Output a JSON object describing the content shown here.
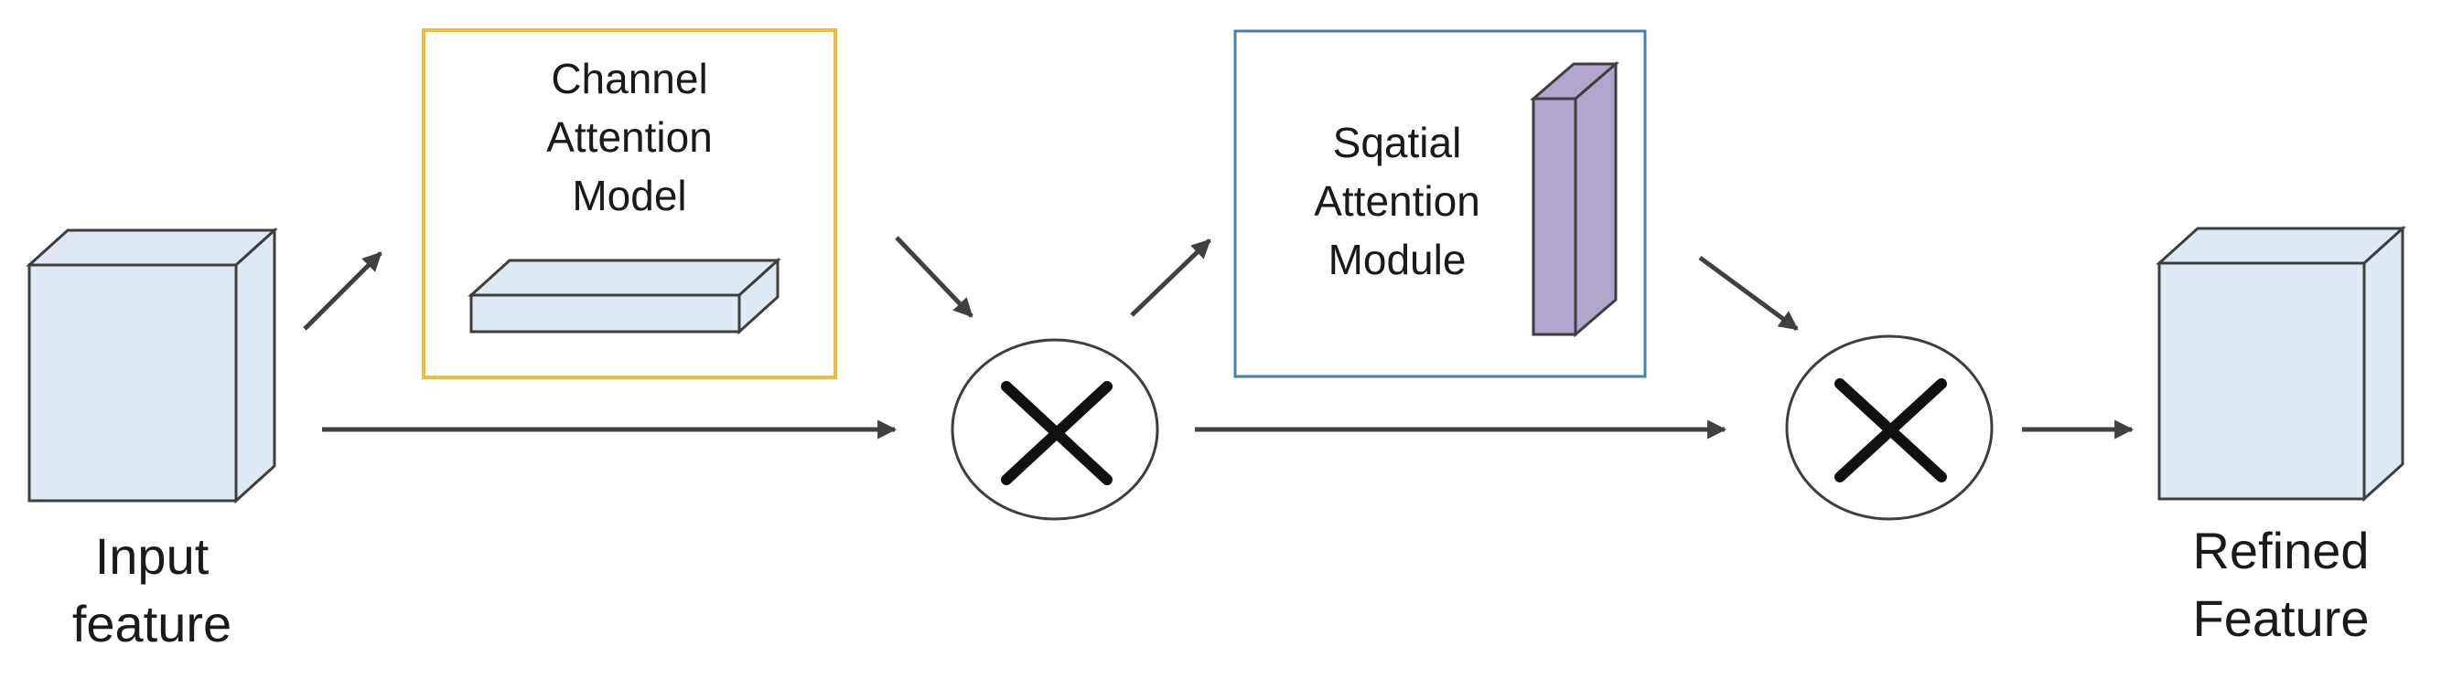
{
  "input": {
    "label_lines": [
      "Input",
      "feature"
    ]
  },
  "channel_module": {
    "label_lines": [
      "Channel",
      "Attention",
      "Model"
    ],
    "border_color": "#F2BE3A"
  },
  "spatial_module": {
    "label_lines": [
      "Sqatial",
      "Attention",
      "Module"
    ],
    "border_color": "#4A7EB0"
  },
  "output": {
    "label_lines": [
      "Refined",
      "Feature"
    ]
  },
  "operators": [
    {
      "symbol": "multiply-icon"
    },
    {
      "symbol": "multiply-icon"
    }
  ],
  "colors": {
    "cube_face": "#DEE9F3",
    "cube_stroke": "#3E3E3E",
    "spatial_bar": "#B3A6CD",
    "arrow": "#404040"
  }
}
